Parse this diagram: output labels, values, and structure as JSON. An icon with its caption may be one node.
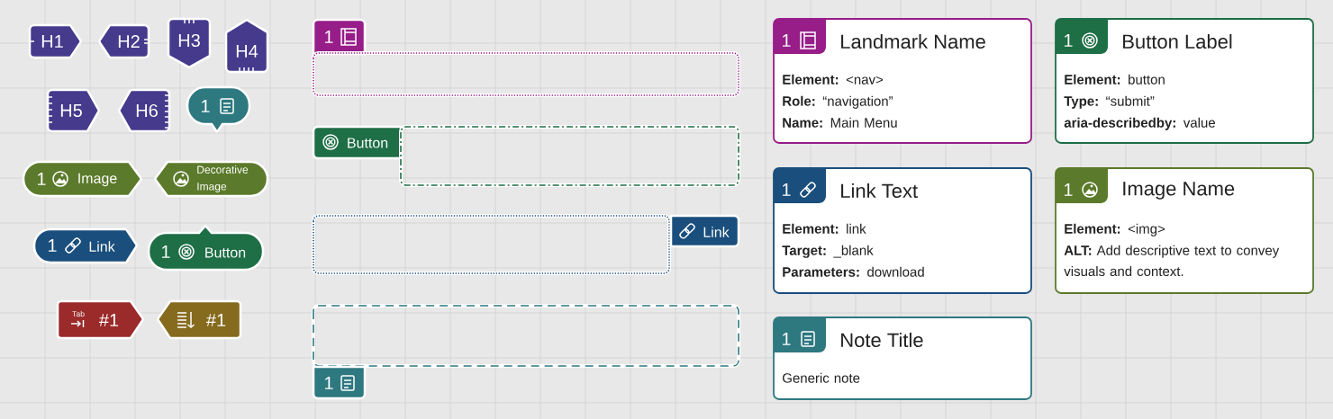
{
  "diagram": {
    "nodes": [
      {
        "text": [
          "H1"
        ]
      },
      {
        "text": [
          "H2"
        ]
      },
      {
        "text": [
          "H3"
        ]
      },
      {
        "text": [
          "H4"
        ]
      },
      {
        "text": [
          "H5"
        ]
      },
      {
        "text": [
          "H6"
        ]
      },
      {
        "text": [
          "1"
        ]
      },
      {
        "text": [
          "1",
          "Image"
        ]
      },
      {
        "text": [
          "Decorative Image"
        ]
      },
      {
        "text": [
          "1",
          "Link"
        ]
      },
      {
        "text": [
          "1",
          "Button"
        ]
      },
      {
        "text": [
          "Tab",
          "#1"
        ]
      },
      {
        "text": [
          "#1"
        ]
      },
      {
        "text": [
          "1"
        ]
      },
      {
        "text": [],
        "shape": "box"
      },
      {
        "text": [
          "Button"
        ]
      },
      {
        "text": [],
        "shape": "box"
      },
      {
        "text": [],
        "shape": "box"
      },
      {
        "text": [
          "Link"
        ]
      },
      {
        "text": [],
        "shape": "box"
      },
      {
        "text": [
          "1"
        ]
      },
      {
        "text": [
          "1",
          "Landmark Name",
          "**Element:** <nav>",
          "**Role:** “navigation”",
          "**Name:** Main Menu"
        ]
      },
      {
        "text": [
          "1",
          "Button Label",
          "**Element:** button",
          "**Type:** “submit”",
          "**aria-describedby:** value"
        ]
      },
      {
        "text": [
          "1",
          "Link Text",
          "**Element:** link",
          "**Target:** _blank",
          "**Parameters:** download"
        ]
      },
      {
        "text": [
          "1",
          "Image Name",
          "**Element:** <img>",
          "**ALT:** Add descriptive text to convey visuals and context."
        ]
      },
      {
        "text": [
          "1",
          "Note Title",
          "Generic note"
        ]
      }
    ]
  }
}
